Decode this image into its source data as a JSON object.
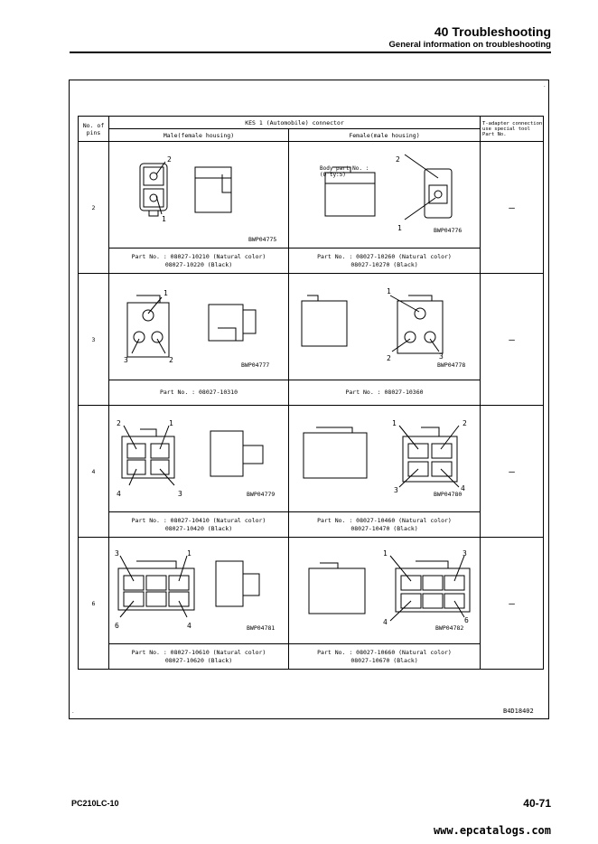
{
  "header": {
    "section_title": "40 Troubleshooting",
    "section_subtitle": "General information on troubleshooting"
  },
  "table": {
    "col_pins_header": "No. of pins",
    "connector_header": "KES 1 (Automobile) connector",
    "male_header": "Male(female housing)",
    "female_header": "Female(male housing)",
    "tool_header": "T-adapter connection use special tool Part No.",
    "rows": [
      {
        "pins": "2",
        "male_code": "BWP04775",
        "female_code": "BWP04776",
        "body_part_note": "Body part No. : (Q'ty:5)",
        "male_part": "Part No. : 08027-10210 (Natural color)\n08027-10220 (Black)",
        "female_part": "Part No. : 08027-10260 (Natural color)\n08027-10270 (Black)",
        "tool": "—"
      },
      {
        "pins": "3",
        "male_code": "BWP04777",
        "female_code": "BWP04778",
        "male_part": "Part No. : 08027-10310",
        "female_part": "Part No. : 08027-10360",
        "tool": "—"
      },
      {
        "pins": "4",
        "male_code": "BWP04779",
        "female_code": "BWP04780",
        "male_part": "Part No. : 08027-10410 (Natural color)\n08027-10420 (Black)",
        "female_part": "Part No. : 08027-10460 (Natural color)\n08027-10470 (Black)",
        "tool": "—"
      },
      {
        "pins": "6",
        "male_code": "BWP04781",
        "female_code": "BWP04782",
        "male_part": "Part No. : 08027-10610 (Natural color)\n08027-10620 (Black)",
        "female_part": "Part No. : 08027-10660 (Natural color)\n08027-10670 (Black)",
        "tool": "—"
      }
    ]
  },
  "figure_code": "B4D18402",
  "footer": {
    "model": "PC210LC-10",
    "page": "40-71",
    "website": "www.epcatalogs.com"
  }
}
